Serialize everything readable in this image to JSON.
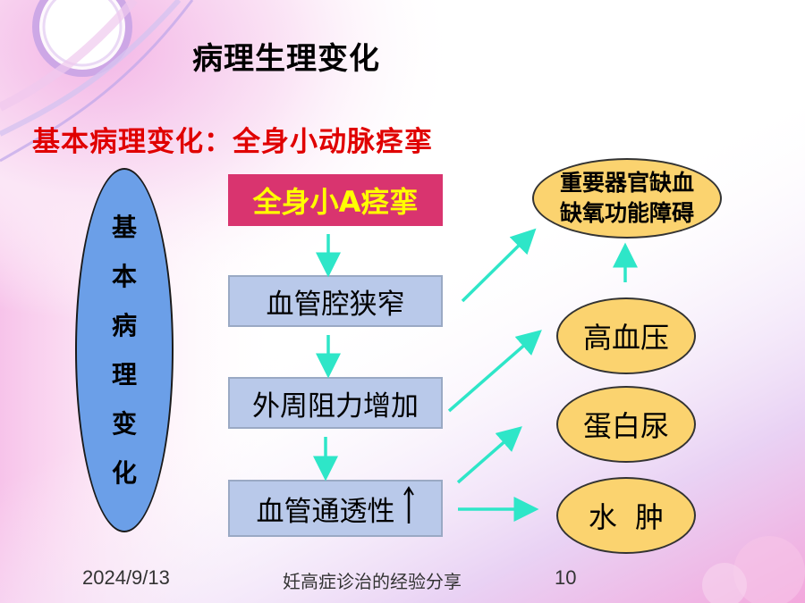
{
  "slide": {
    "title": "病理生理变化",
    "subtitle": "基本病理变化：全身小动脉痉挛",
    "side_label": [
      "基",
      "本",
      "病",
      "理",
      "变",
      "化"
    ],
    "flow": {
      "top": "全身小A痉挛",
      "step1": "血管腔狭窄",
      "step2": "外周阻力增加",
      "step3": "血管通透性"
    },
    "outcomes": {
      "organ_line1": "重要器官缺血",
      "organ_line2": "缺氧功能障碍",
      "hypertension": "高血压",
      "proteinuria": "蛋白尿",
      "edema": "水  肿"
    },
    "footer": {
      "date": "2024/9/13",
      "caption": "妊高症诊治的经验分享",
      "page": "10"
    }
  },
  "colors": {
    "title_red": "#e00000",
    "ellipse_blue": "#6b9fe8",
    "box_blue": "#b9c9ea",
    "top_box_pink": "#d9346f",
    "top_box_text": "#ffff00",
    "oval_yellow": "#fbd36f",
    "arrow_cyan": "#2ee6c8"
  }
}
